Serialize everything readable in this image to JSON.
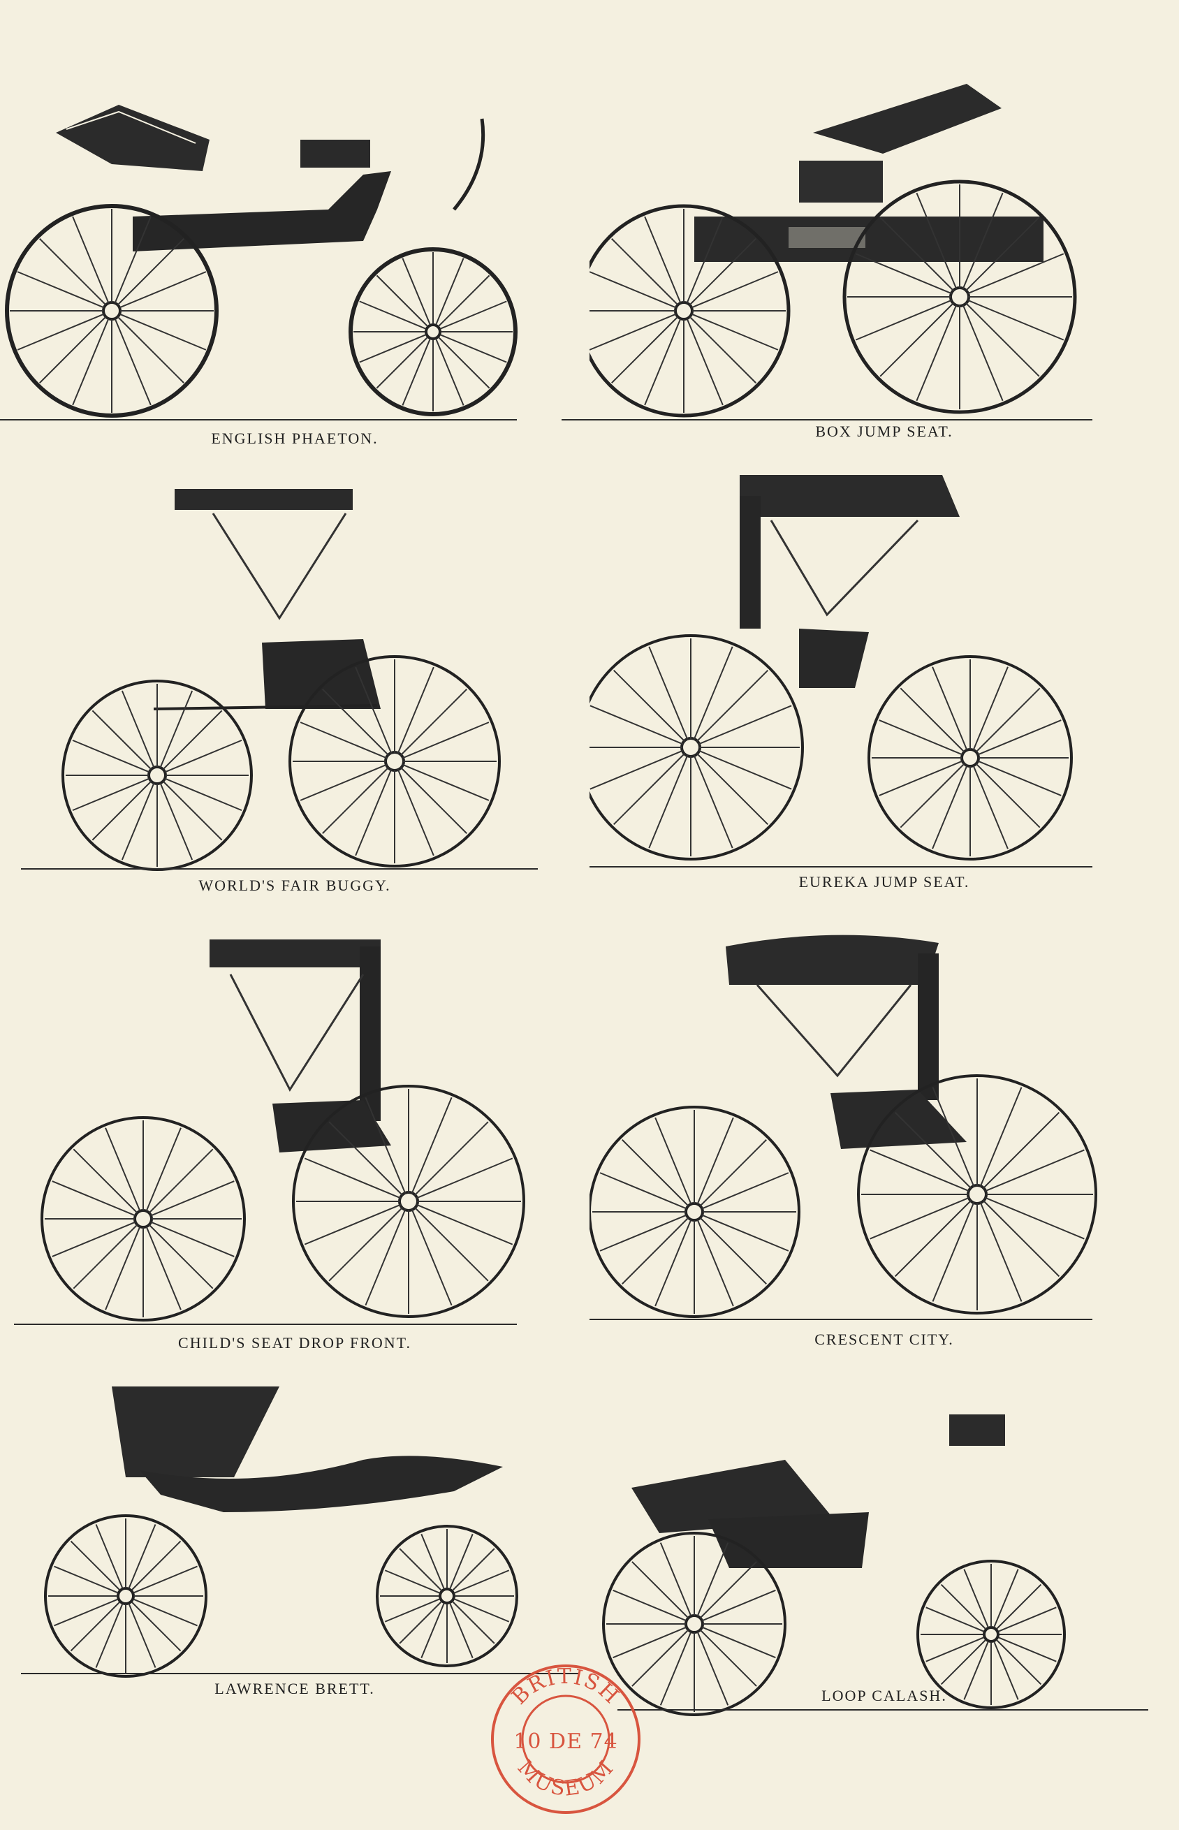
{
  "plates": [
    {
      "caption": "ENGLISH PHAETON."
    },
    {
      "caption": "BOX JUMP SEAT."
    },
    {
      "caption": "WORLD'S FAIR BUGGY."
    },
    {
      "caption": "EUREKA JUMP SEAT."
    },
    {
      "caption": "CHILD'S SEAT DROP FRONT."
    },
    {
      "caption": "CRESCENT CITY."
    },
    {
      "caption": "LAWRENCE BRETT."
    },
    {
      "caption": "LOOP CALASH."
    }
  ],
  "stamp": {
    "top_text": "BRITISH",
    "date": "10 DE 74",
    "bottom_text": "MUSEUM",
    "color": "#d8553f"
  },
  "colors": {
    "paper": "#f4f0e0",
    "ink": "#1e1e1e"
  }
}
